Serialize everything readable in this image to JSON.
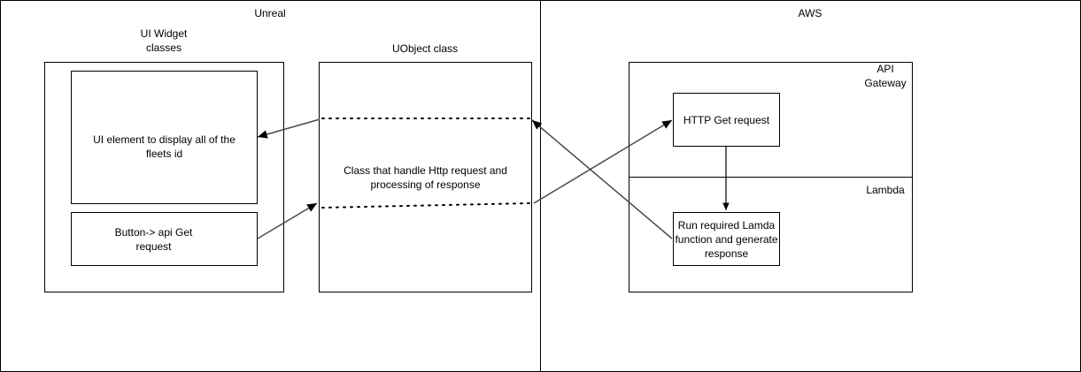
{
  "swimlanes": {
    "unreal_title": "Unreal",
    "aws_title": "AWS"
  },
  "unreal": {
    "widget_group_label": "UI Widget\nclasses",
    "uobject_group_label": "UObject class",
    "ui_element_text": "UI element to display all of the\nfleets id",
    "button_text": "Button-> api Get\nrequest",
    "uobject_body_text": "Class that handle Http request and\nprocessing of response"
  },
  "aws": {
    "api_gateway_label": "API\nGateway",
    "lambda_label": "Lambda",
    "http_get_text": "HTTP Get request",
    "lambda_function_text": "Run required Lamda\nfunction and generate\nresponse"
  }
}
